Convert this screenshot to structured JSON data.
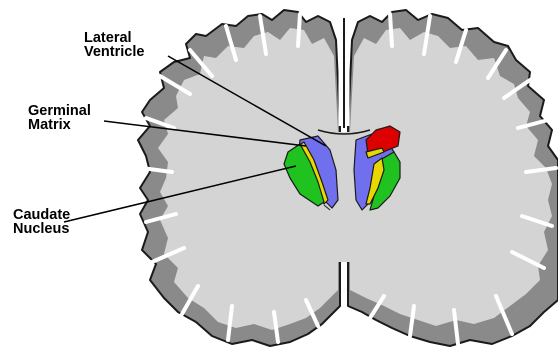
{
  "labels": {
    "lateral_ventricle": [
      "Lateral",
      "Ventricle"
    ],
    "germinal_matrix": [
      "Germinal",
      "Matrix"
    ],
    "caudate_nucleus": [
      "Caudate",
      "Nucleus"
    ]
  },
  "colors": {
    "cortex": "#8a8a8a",
    "white_matter": "#d4d4d4",
    "ventricle": "#7070ee",
    "germinal_matrix": "#e8d800",
    "caudate_nucleus": "#1fc21f",
    "hemorrhage": "#dd0000",
    "outline": "#1a1a1a",
    "background": "#ffffff"
  }
}
